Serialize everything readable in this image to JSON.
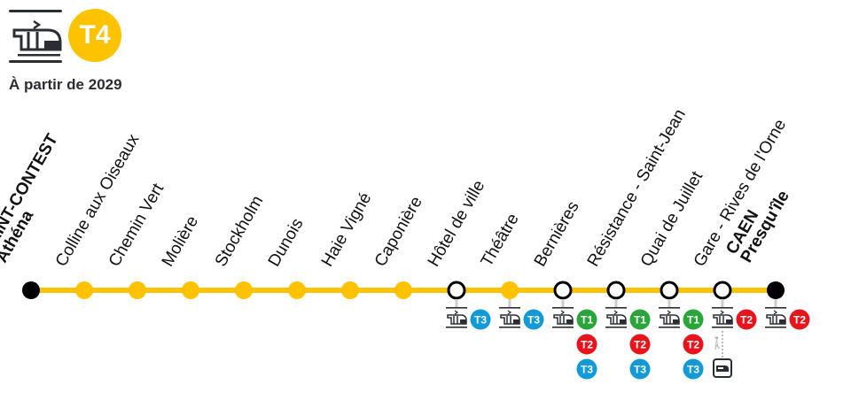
{
  "header": {
    "line_name": "T4",
    "line_color": "#FDC300",
    "subtitle": "À partir de 2029",
    "mode_icon": "tram-icon"
  },
  "colors": {
    "T1": "#2AA539",
    "T2": "#E8141B",
    "T3": "#1199D8",
    "stop": "#FDC300",
    "terminus": "#000000"
  },
  "stations": [
    {
      "name": [
        "SAINT-CONTEST",
        "Athéna"
      ],
      "type": "terminus",
      "connections": []
    },
    {
      "name": [
        "Colline aux Oiseaux"
      ],
      "type": "regular",
      "connections": []
    },
    {
      "name": [
        "Chemin Vert"
      ],
      "type": "regular",
      "connections": []
    },
    {
      "name": [
        "Molière"
      ],
      "type": "regular",
      "connections": []
    },
    {
      "name": [
        "Stockholm"
      ],
      "type": "regular",
      "connections": []
    },
    {
      "name": [
        "Dunois"
      ],
      "type": "regular",
      "connections": []
    },
    {
      "name": [
        "Haie Vigné"
      ],
      "type": "regular",
      "connections": []
    },
    {
      "name": [
        "Caponière"
      ],
      "type": "regular",
      "connections": []
    },
    {
      "name": [
        "Hôtel de ville"
      ],
      "type": "transfer",
      "connections": [
        "T3"
      ]
    },
    {
      "name": [
        "Théâtre"
      ],
      "type": "regular",
      "connections": [
        "T3"
      ]
    },
    {
      "name": [
        "Bernières"
      ],
      "type": "transfer",
      "connections": [
        "T1",
        "T2",
        "T3"
      ]
    },
    {
      "name": [
        "Résistance - Saint-Jean"
      ],
      "type": "transfer",
      "connections": [
        "T1",
        "T2",
        "T3"
      ]
    },
    {
      "name": [
        "Quai de Juillet"
      ],
      "type": "transfer",
      "connections": [
        "T1",
        "T2",
        "T3"
      ]
    },
    {
      "name": [
        "Gare - Rives de l'Orne"
      ],
      "type": "transfer",
      "connections": [
        "T2"
      ],
      "train_connection": "train-icon",
      "walk": "walking-icon"
    },
    {
      "name": [
        "CAEN",
        "Presqu'île"
      ],
      "type": "terminus",
      "connections": [
        "T2"
      ]
    }
  ]
}
